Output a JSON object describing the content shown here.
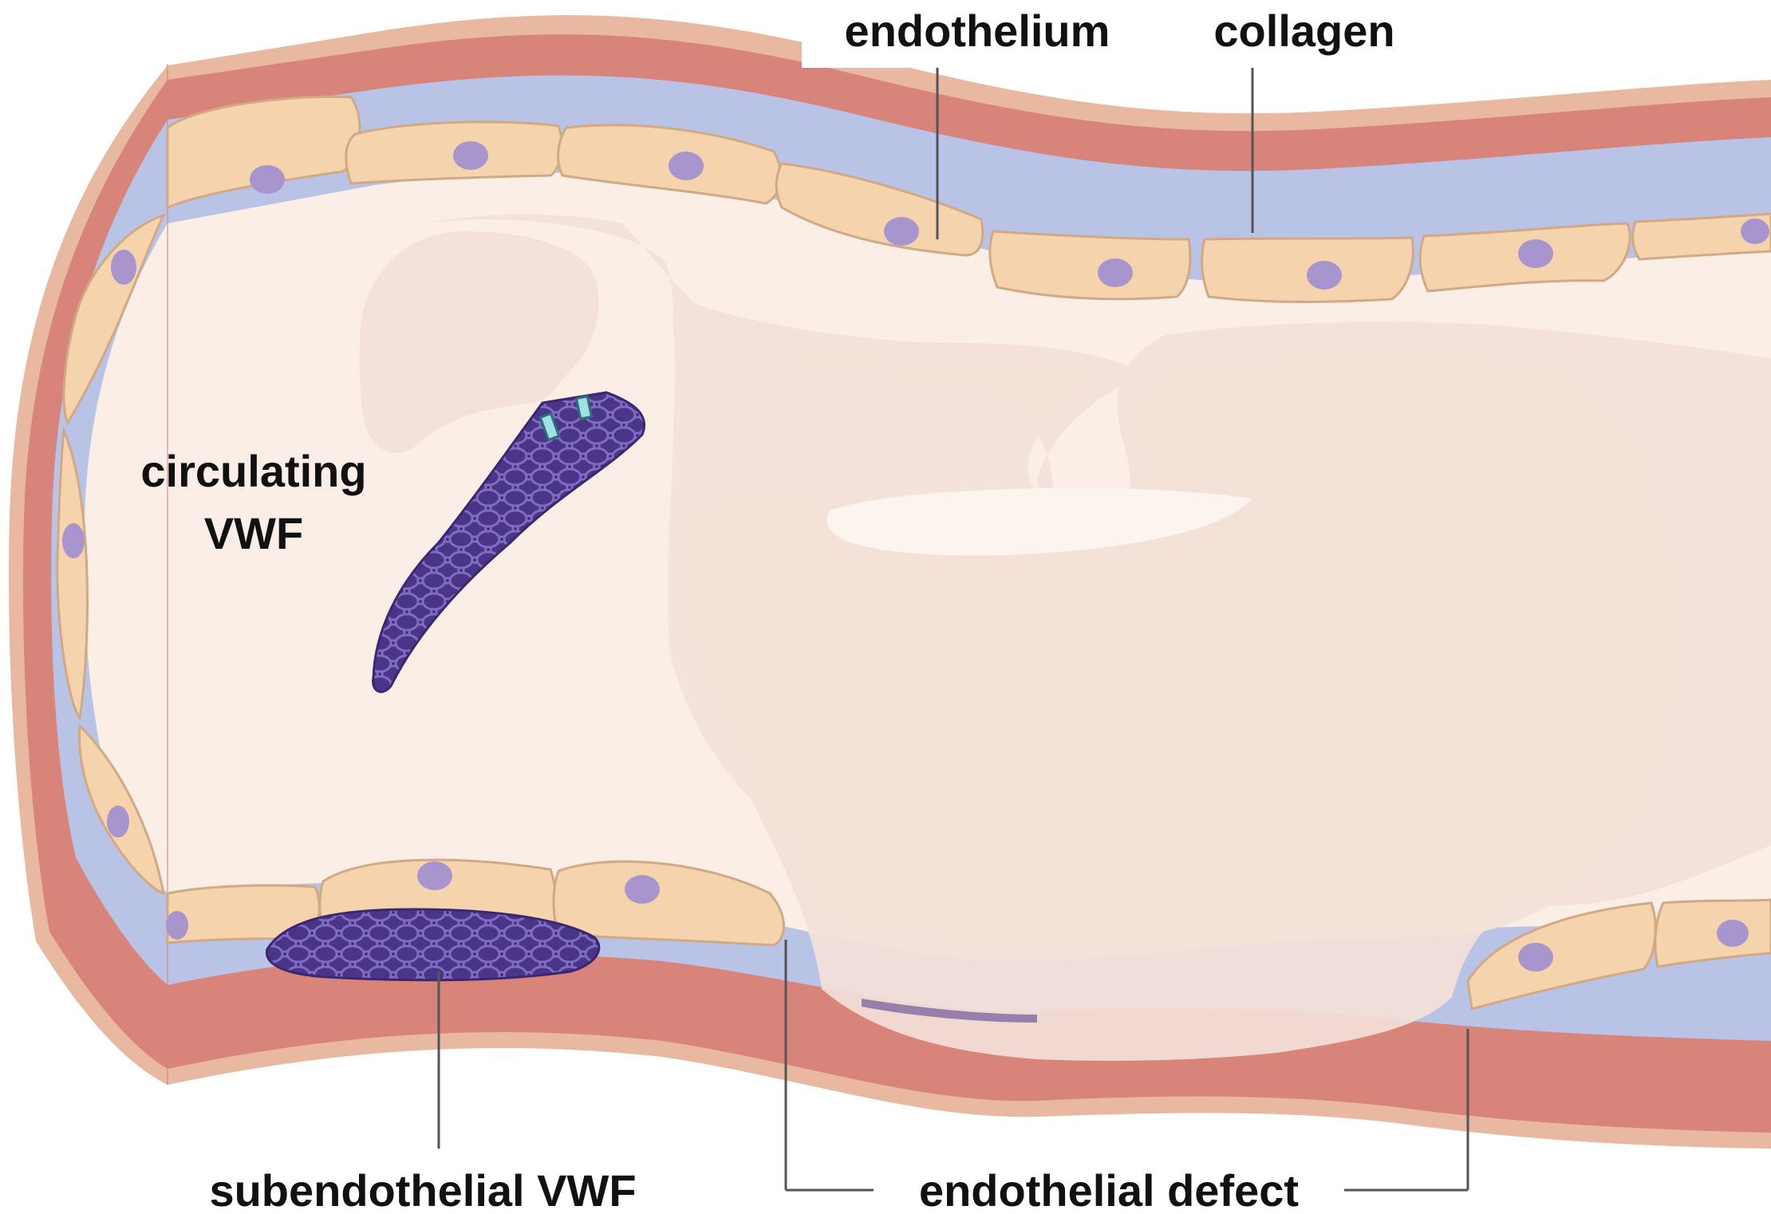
{
  "labels": {
    "endothelium": "endothelium",
    "collagen": "collagen",
    "circulating_line1": "circulating",
    "circulating_line2": "VWF",
    "subendothelial": "subendothelial VWF",
    "defect": "endothelial defect"
  },
  "colors": {
    "outer_wall": "#e8b8a0",
    "media": "#d8847a",
    "intima": "#b8c3e6",
    "endothelial_cell": "#f4d3ad",
    "cell_outline": "#d2a985",
    "nucleus": "#a995cd",
    "lumen": "#faeee6",
    "overlay": "#f3e1d9",
    "vwf": "#4b3589",
    "vwf_ring": "#7e6dc2",
    "leader_line": "#555555"
  }
}
